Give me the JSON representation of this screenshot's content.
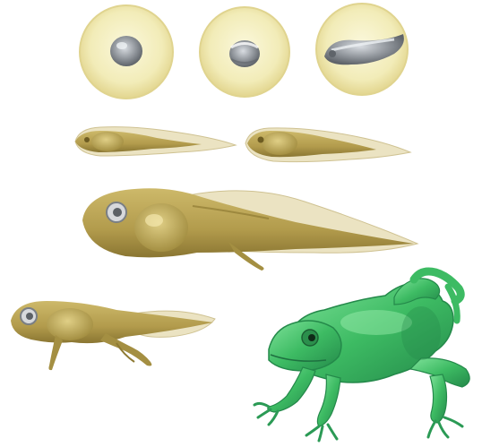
{
  "diagram": {
    "stages": [
      {
        "id": "egg-early",
        "kind": "egg"
      },
      {
        "id": "egg-developing",
        "kind": "egg"
      },
      {
        "id": "egg-embryo-curled",
        "kind": "egg"
      },
      {
        "id": "hatchling-1",
        "kind": "hatchling"
      },
      {
        "id": "hatchling-2",
        "kind": "hatchling"
      },
      {
        "id": "tadpole",
        "kind": "tadpole"
      },
      {
        "id": "tadpole-with-legs",
        "kind": "tadpole-legs"
      },
      {
        "id": "adult-frog",
        "kind": "frog"
      }
    ],
    "colors": {
      "egg_jelly": "#f2ecb8",
      "egg_rim": "#e0d48f",
      "embryo": "#8f949a",
      "tadpole_body": "#b9a356",
      "tadpole_dark": "#8e7a33",
      "tadpole_fin": "#ebe3c2",
      "frog_body": "#3dbb63",
      "frog_light": "#7fe29a",
      "frog_dark": "#24894a"
    }
  }
}
